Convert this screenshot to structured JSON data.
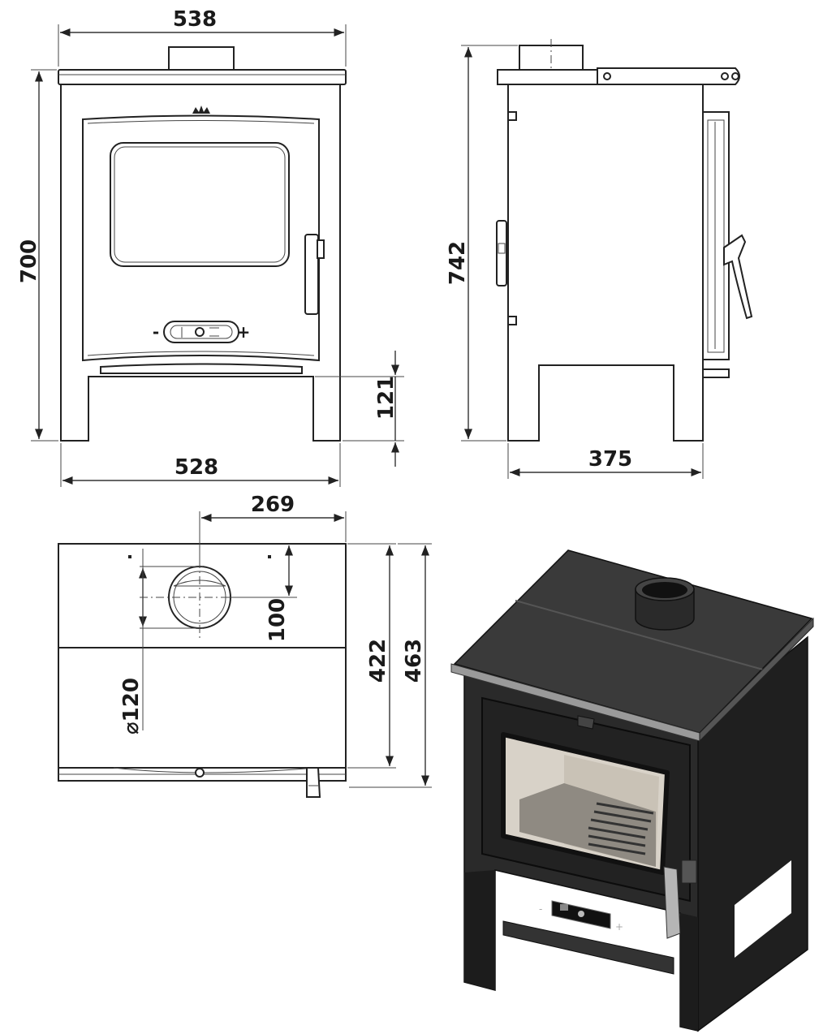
{
  "dimensions": {
    "front_width_top": "538",
    "front_height": "700",
    "front_width_base": "528",
    "leg_height": "121",
    "side_height": "742",
    "side_depth": "375",
    "flue_offset_x": "269",
    "flue_offset_y": "100",
    "flue_diameter": "120",
    "top_depth_body": "422",
    "top_depth_total": "463"
  },
  "symbols": {
    "diameter": "⌀",
    "air_minus": "-",
    "air_plus": "+"
  },
  "colors": {
    "line": "#222222",
    "stove_body": "#2a2a2a",
    "stove_top": "#3a3a3a",
    "glass": "#d8d2c8"
  }
}
